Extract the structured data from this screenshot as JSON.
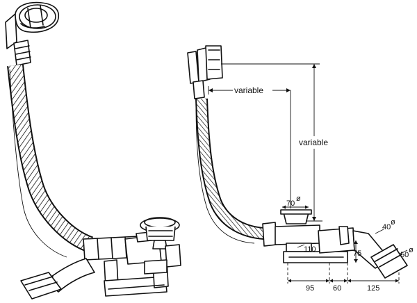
{
  "labels": {
    "variable_horizontal": "variable",
    "variable_vertical": "variable"
  },
  "dimensions": {
    "d70": "70",
    "d110": "110",
    "d75": "75",
    "d40": "40",
    "d50": "50",
    "d95": "95",
    "d60": "60",
    "d125": "125",
    "diameter_symbol": "ø"
  }
}
